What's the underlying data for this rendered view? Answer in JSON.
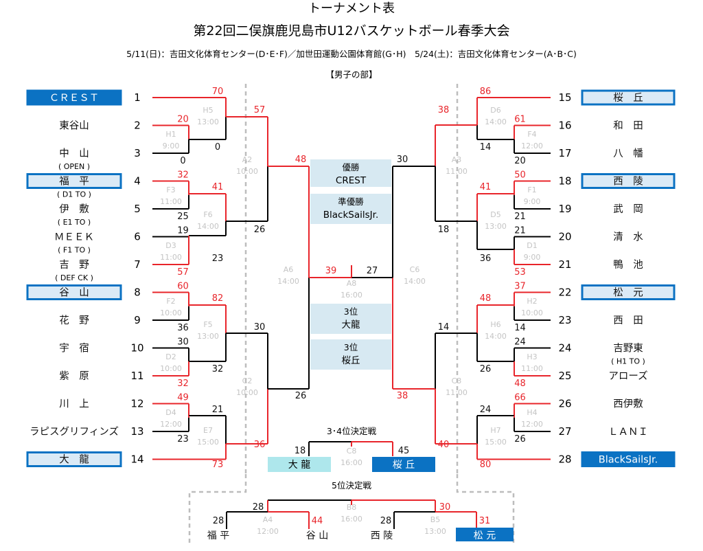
{
  "header": {
    "title_line1": "トーナメント表",
    "title_line2": "第22回二俣旗鹿児島市U12バスケットボール春季大会",
    "schedule": "5/11(日)：吉田文化体育センター(D･E･F)／加世田運動公園体育館(G･H)　5/24(土)：吉田文化体育センター(A･B･C)",
    "division": "【男子の部】"
  },
  "colors": {
    "win_line": "#e8242a",
    "lose_line": "#000000",
    "seed_box": "#0b72c3",
    "seed_fill": "#dbeaf6",
    "result_box": "#d7e9f2",
    "match_label": "#c4c4c4"
  },
  "left_teams": [
    {
      "no": "1",
      "name": "ＣＲＥＳＴ",
      "note": ""
    },
    {
      "no": "2",
      "name": "東谷山",
      "note": ""
    },
    {
      "no": "3",
      "name": "中　山",
      "note": "( OPEN )"
    },
    {
      "no": "4",
      "name": "福　平",
      "note": "( D1 TO )"
    },
    {
      "no": "5",
      "name": "伊　敷",
      "note": "( E1 TO )"
    },
    {
      "no": "6",
      "name": "ＭＥＥＫ",
      "note": "( F1 TO )"
    },
    {
      "no": "7",
      "name": "吉　野",
      "note": "( DEF CK )"
    },
    {
      "no": "8",
      "name": "谷　山",
      "note": ""
    },
    {
      "no": "9",
      "name": "花　野",
      "note": ""
    },
    {
      "no": "10",
      "name": "宇　宿",
      "note": ""
    },
    {
      "no": "11",
      "name": "紫　原",
      "note": ""
    },
    {
      "no": "12",
      "name": "川　上",
      "note": ""
    },
    {
      "no": "13",
      "name": "ラピスグリフィンズ",
      "note": ""
    },
    {
      "no": "14",
      "name": "大　龍",
      "note": ""
    }
  ],
  "right_teams": [
    {
      "no": "15",
      "name": "桜　丘",
      "note": ""
    },
    {
      "no": "16",
      "name": "和　田",
      "note": ""
    },
    {
      "no": "17",
      "name": "八　幡",
      "note": ""
    },
    {
      "no": "18",
      "name": "西　陵",
      "note": ""
    },
    {
      "no": "19",
      "name": "武　岡",
      "note": ""
    },
    {
      "no": "20",
      "name": "清　水",
      "note": ""
    },
    {
      "no": "21",
      "name": "鴨　池",
      "note": ""
    },
    {
      "no": "22",
      "name": "松　元",
      "note": ""
    },
    {
      "no": "23",
      "name": "西　田",
      "note": ""
    },
    {
      "no": "24",
      "name": "吉野東",
      "note": "( H1 TO )"
    },
    {
      "no": "25",
      "name": "アローズ",
      "note": ""
    },
    {
      "no": "26",
      "name": "西伊敷",
      "note": ""
    },
    {
      "no": "27",
      "name": "ＬＡＮＩ",
      "note": ""
    },
    {
      "no": "28",
      "name": "BlackSailsJr.",
      "note": ""
    }
  ],
  "matches": [
    {
      "id": "H5",
      "time": "13:00",
      "top": "70",
      "bottom": "",
      "winner": "top"
    },
    {
      "id": "H1",
      "time": "9:00",
      "top": "20",
      "bottom": "0",
      "winner": "top"
    },
    {
      "id": "F3",
      "time": "11:00",
      "top": "32",
      "bottom": "25",
      "winner": "top"
    },
    {
      "id": "F6",
      "time": "14:00",
      "top": "41",
      "bottom": "23",
      "winner": "top"
    },
    {
      "id": "D3",
      "time": "11:00",
      "top": "19",
      "bottom": "57",
      "winner": "bottom"
    },
    {
      "id": "A2",
      "time": "10:00",
      "top": "57",
      "bottom": "26",
      "winner": "top"
    },
    {
      "id": "F2",
      "time": "10:00",
      "top": "60",
      "bottom": "36",
      "winner": "top"
    },
    {
      "id": "D2",
      "time": "10:00",
      "top": "30",
      "bottom": "32",
      "winner": "bottom"
    },
    {
      "id": "F5",
      "time": "13:00",
      "top": "82",
      "bottom": "32",
      "winner": "top"
    },
    {
      "id": "D4",
      "time": "12:00",
      "top": "49",
      "bottom": "23",
      "winner": "top"
    },
    {
      "id": "E7",
      "time": "15:00",
      "top": "21",
      "bottom": "73",
      "winner": "bottom"
    },
    {
      "id": "C2",
      "time": "10:00",
      "top": "30",
      "bottom": "36",
      "winner": "bottom"
    },
    {
      "id": "A6",
      "time": "14:00",
      "top": "48",
      "bottom": "26",
      "winner": "top"
    },
    {
      "id": "D6",
      "time": "14:00",
      "top": "86",
      "bottom": "14",
      "winner": "top"
    },
    {
      "id": "F4",
      "time": "12:00",
      "top": "61",
      "bottom": "20",
      "winner": "top"
    },
    {
      "id": "F1",
      "time": "9:00",
      "top": "50",
      "bottom": "21",
      "winner": "top"
    },
    {
      "id": "D1",
      "time": "9:00",
      "top": "21",
      "bottom": "53",
      "winner": "bottom"
    },
    {
      "id": "D5",
      "time": "13:00",
      "top": "41",
      "bottom": "36",
      "winner": "top"
    },
    {
      "id": "A3",
      "time": "11:00",
      "top": "38",
      "bottom": "18",
      "winner": "top"
    },
    {
      "id": "H2",
      "time": "10:00",
      "top": "37",
      "bottom": "14",
      "winner": "top"
    },
    {
      "id": "H3",
      "time": "11:00",
      "top": "24",
      "bottom": "48",
      "winner": "bottom"
    },
    {
      "id": "H6",
      "time": "14:00",
      "top": "48",
      "bottom": "26",
      "winner": "top"
    },
    {
      "id": "H4",
      "time": "12:00",
      "top": "66",
      "bottom": "26",
      "winner": "top"
    },
    {
      "id": "H7",
      "time": "15:00",
      "top": "24",
      "bottom": "80",
      "winner": "bottom"
    },
    {
      "id": "C3",
      "time": "11:00",
      "top": "14",
      "bottom": "40",
      "winner": "bottom"
    },
    {
      "id": "C6",
      "time": "14:00",
      "top": "30",
      "bottom": "38",
      "winner": "bottom"
    },
    {
      "id": "A8",
      "time": "16:00",
      "top": "39",
      "bottom": "27",
      "winner": "left"
    },
    {
      "id": "C8",
      "time": "16:00",
      "top": "18",
      "bottom": "45",
      "winner": "right"
    },
    {
      "id": "B8",
      "time": "16:00",
      "top": "28",
      "bottom": "30",
      "winner": "right"
    },
    {
      "id": "A4",
      "time": "12:00",
      "top": "28",
      "bottom": "44",
      "winner": "right"
    },
    {
      "id": "B5",
      "time": "13:00",
      "top": "28",
      "bottom": "31",
      "winner": "right"
    }
  ],
  "results": {
    "champion_label": "優勝",
    "champion": "CREST",
    "runner_up_label": "準優勝",
    "runner_up": "BlackSailsJr.",
    "third_label": "3位",
    "third_a": "大龍",
    "third_b": "桜丘"
  },
  "third_place": {
    "title": "3･4位決定戦",
    "left_team": "大 龍",
    "right_team": "桜 丘"
  },
  "fifth_place": {
    "title": "5位決定戦",
    "teams": [
      "福 平",
      "谷 山",
      "西 陵",
      "松 元"
    ]
  }
}
